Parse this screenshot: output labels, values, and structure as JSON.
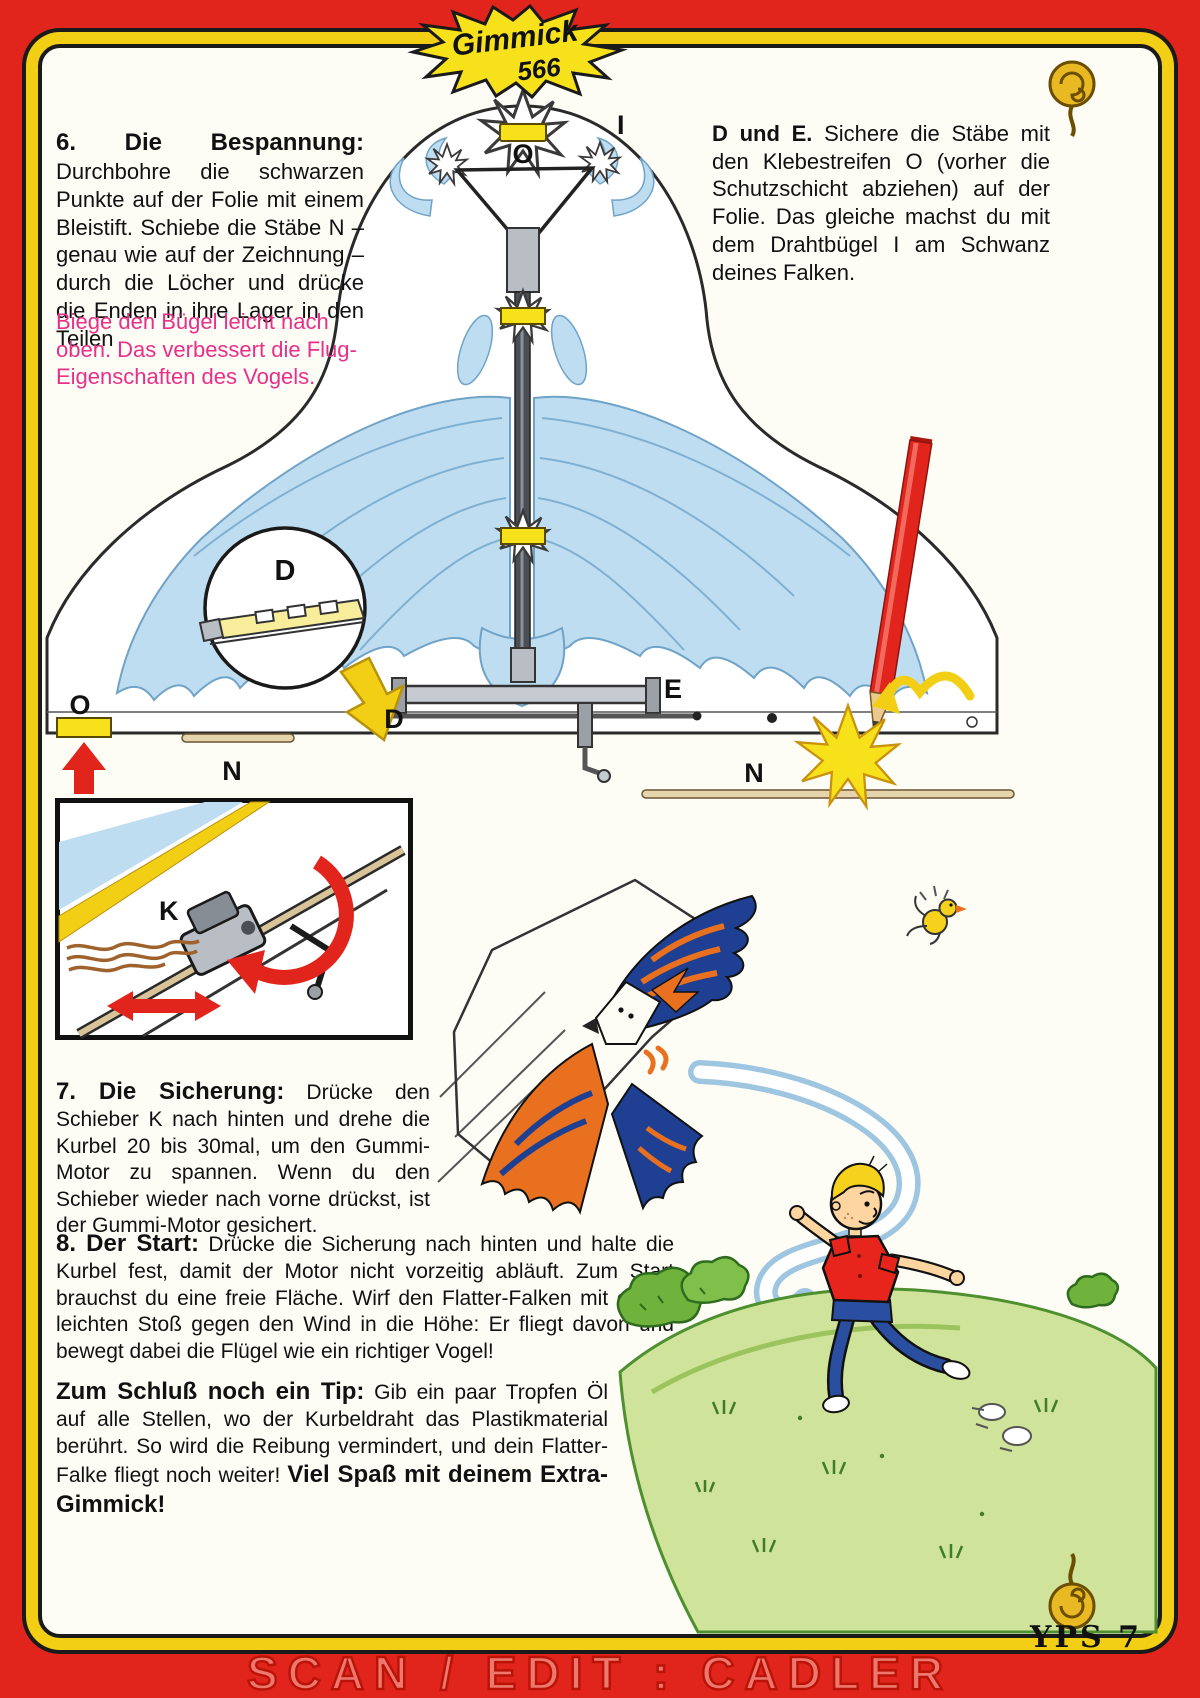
{
  "banner": {
    "title": "Gimmick",
    "number": "566"
  },
  "sections": {
    "bespannung": {
      "heading": "6. Die Bespannung:",
      "body": "Durchbohre die schwarzen Punkte auf der Folie mit einem Bleistift. Schiebe die Stäbe N – genau wie auf der Zeichnung – durch die Löcher und drücke die Enden in ihre Lager in den Teilen",
      "note": "Biege den Bügel leicht nach oben. Das verbessert die Flug-Eigenschaften des Vogels."
    },
    "kleben": {
      "lead": "D und E.",
      "body": "Sichere die Stäbe mit den Klebestreifen O (vorher die Schutzschicht abziehen) auf der Folie. Das gleiche machst du mit dem Drahtbügel I am Schwanz deines Falken."
    },
    "sicherung": {
      "heading": "7. Die Sicherung:",
      "body": "Drücke den Schieber K nach hinten und drehe die Kurbel 20 bis 30mal, um den Gummi-Motor zu spannen. Wenn du den Schieber wieder nach vorne drückst, ist der Gummi-Motor gesichert."
    },
    "start": {
      "heading": "8. Der Start:",
      "body": "Drücke die Sicherung nach hinten und halte die Kurbel fest, damit der Motor nicht vorzeitig abläuft. Zum Start brauchst du eine freie Fläche. Wirf den Flatter-Falken mit einem leichten Stoß gegen den Wind in die Höhe: Er fliegt davon und bewegt dabei die Flügel wie ein richtiger Vogel!"
    },
    "tip": {
      "heading": "Zum Schluß noch ein Tip:",
      "body": "Gib ein paar Tropfen Öl auf alle Stellen, wo der Kurbeldraht das Plastikmaterial berührt. So wird die Reibung vermindert, und dein Flatter-Falke fliegt noch weiter!",
      "emphasis": "Viel Spaß mit deinem Extra-Gimmick!"
    }
  },
  "labels": {
    "o_top": "O",
    "i_wire": "I",
    "d_inset": "D",
    "d_part": "D",
    "e_part": "E",
    "o_tape": "O",
    "n_left": "N",
    "n_right": "N",
    "k": "K"
  },
  "footer": {
    "page_number": "YPS 7",
    "watermark": "SCAN / EDIT : CADLER"
  },
  "colors": {
    "page_red": "#e2251c",
    "border_yellow": "#f2cf15",
    "note_pink": "#e8308a",
    "wing_blue": "#bfddf0"
  }
}
